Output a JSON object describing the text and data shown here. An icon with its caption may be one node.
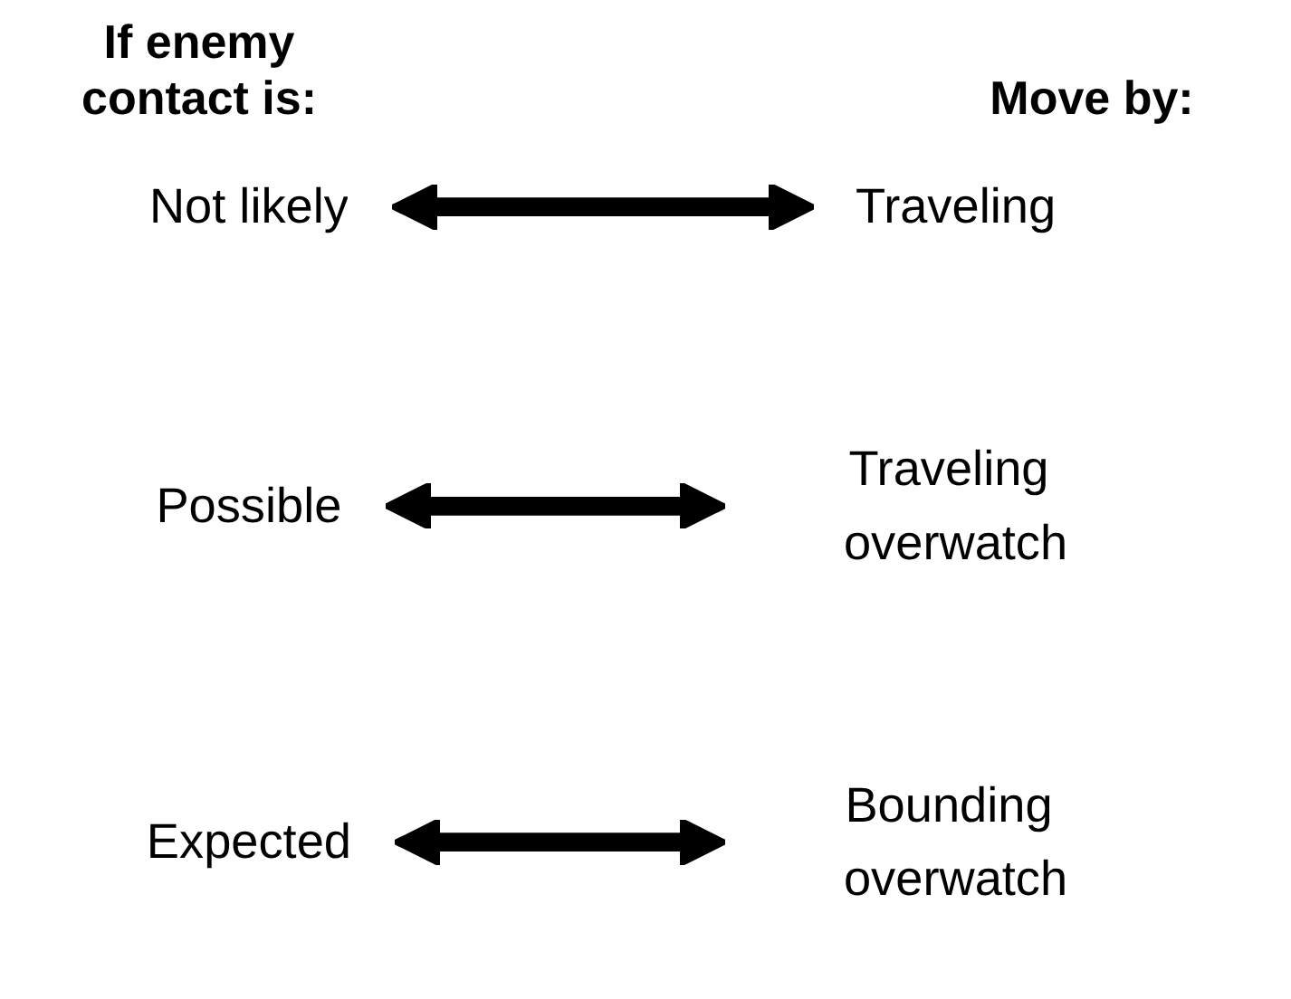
{
  "diagram": {
    "nodes": [
      {
        "text": [
          "Not likely"
        ]
      },
      {
        "text": [
          "Traveling"
        ]
      },
      {
        "text": [
          "Possible"
        ]
      },
      {
        "text": [
          "Traveling overwatch"
        ]
      },
      {
        "text": [
          "Expected"
        ]
      },
      {
        "text": [
          "Bounding overwatch"
        ]
      }
    ],
    "edges": [
      {
        "from": 0,
        "to": 1,
        "arrow": "both"
      },
      {
        "from": 2,
        "to": 3,
        "arrow": "both"
      },
      {
        "from": 4,
        "to": 5,
        "arrow": "both"
      }
    ],
    "labels": [
      "If enemy contact is:",
      "Move by:"
    ]
  }
}
